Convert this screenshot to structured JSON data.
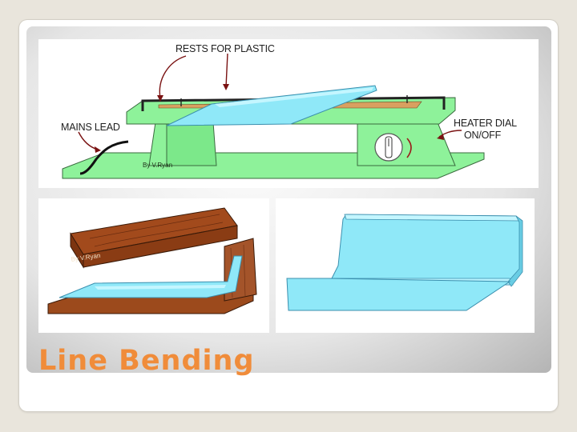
{
  "slide": {
    "title": "Line Bending",
    "accent_color": "#f08c3a"
  },
  "diagram": {
    "callouts": {
      "rests": "RESTS FOR PLASTIC",
      "mains": "MAINS LEAD",
      "heater_line1": "HEATER DIAL",
      "heater_line2": "ON/OFF"
    },
    "credits": {
      "top": "By V.Ryan",
      "bottom_left": "By V.Ryan"
    },
    "colors": {
      "machine_green": "#8ef29a",
      "plastic_blue": "#8fe8f8",
      "wood_brown": "#9c4a1c",
      "rest_rail": "#222222"
    }
  }
}
